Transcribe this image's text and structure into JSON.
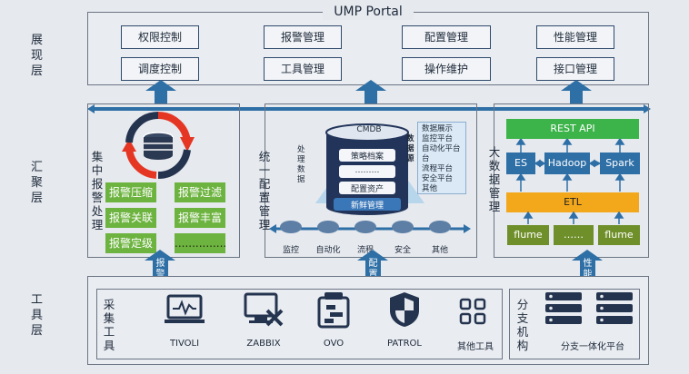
{
  "layers": {
    "presentation": "展现层",
    "aggregation": "汇聚层",
    "tools": "工具层"
  },
  "portal": {
    "title": "UMP Portal",
    "tiles": [
      "权限控制",
      "报警管理",
      "配置管理",
      "性能管理",
      "调度控制",
      "工具管理",
      "操作维护",
      "接口管理"
    ]
  },
  "alarm": {
    "title": "集中报警处理",
    "buttons": [
      "报警压缩",
      "报警过滤",
      "报警关联",
      "报警丰富",
      "报警定级",
      "..............."
    ],
    "tag": "报警"
  },
  "config": {
    "title": "统一配置管理",
    "cmdb": "CMDB",
    "disc_items": [
      "策略档案",
      "………",
      "配置资产"
    ],
    "disc_bottom": "新鲜管理",
    "left_text": "处理数据",
    "mid_text": "数据源",
    "right_list": [
      "数据展示",
      "监控平台",
      "自动化平台",
      "台",
      "流程平台",
      "安全平台",
      "其他"
    ],
    "sources": [
      "监控",
      "自动化",
      "流程",
      "安全",
      "其他"
    ],
    "tag": "配置"
  },
  "bigdata": {
    "title": "大数据管理",
    "rest": "REST API",
    "es": "ES",
    "hadoop": "Hadoop",
    "spark": "Spark",
    "etl": "ETL",
    "flumes": [
      "flume",
      "……",
      "flume"
    ],
    "tag": "性能"
  },
  "tools": {
    "collect_label": "采集工具",
    "items": [
      "TIVOLI",
      "ZABBIX",
      "OVO",
      "PATROL",
      "其他工具"
    ],
    "branch_label": "分支机构",
    "branch_platform": "分支一体化平台"
  },
  "colors": {
    "accent": "#2e6fa6",
    "green": "#6db33f",
    "rest_green": "#3cb449",
    "etl_orange": "#f3a81c",
    "dark_green": "#6f8f2a"
  }
}
